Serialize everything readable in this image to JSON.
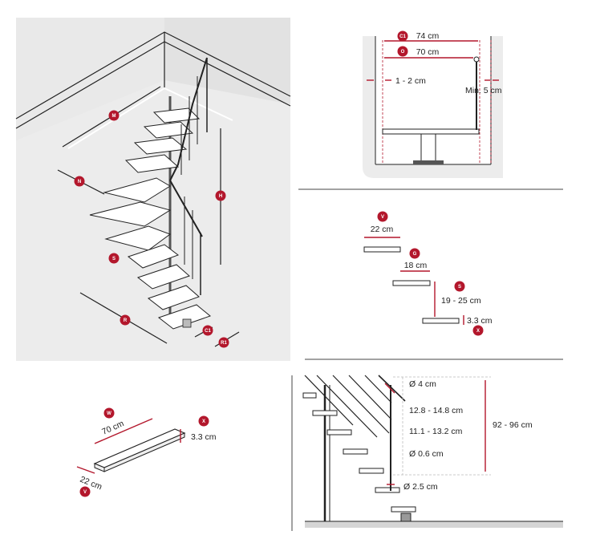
{
  "colors": {
    "accent": "#b3172c",
    "wall": "#e6e6e6",
    "floor": "#d9d9d9",
    "panel_bg": "#eeeeee"
  },
  "overview": {
    "badges": {
      "M": "M",
      "N": "N",
      "H": "H",
      "S": "S",
      "R": "R",
      "C1": "C1",
      "R1": "R1"
    }
  },
  "railing_clearance": {
    "badges": {
      "C1": "C1",
      "O": "O"
    },
    "c1_width": "74 cm",
    "o_width": "70 cm",
    "gap": "1 - 2 cm",
    "min_clearance": "Min. 5 cm"
  },
  "step_profile": {
    "badges": {
      "V": "V",
      "G": "G",
      "S": "S",
      "X": "X"
    },
    "tread_depth": "22 cm",
    "going": "18 cm",
    "rise": "19 - 25 cm",
    "thickness": "3.3 cm"
  },
  "tread": {
    "badges": {
      "W": "W",
      "X": "X",
      "V": "V"
    },
    "width": "70 cm",
    "thickness": "3.3 cm",
    "depth": "22 cm"
  },
  "balustrade": {
    "handrail_diameter": "Ø 4 cm",
    "spacing_upper": "12.8 - 14.8 cm",
    "spacing_lower": "11.1 - 13.2 cm",
    "baluster_diameter": "Ø 0.6 cm",
    "post_diameter": "Ø 2.5 cm",
    "height": "92 - 96 cm"
  }
}
